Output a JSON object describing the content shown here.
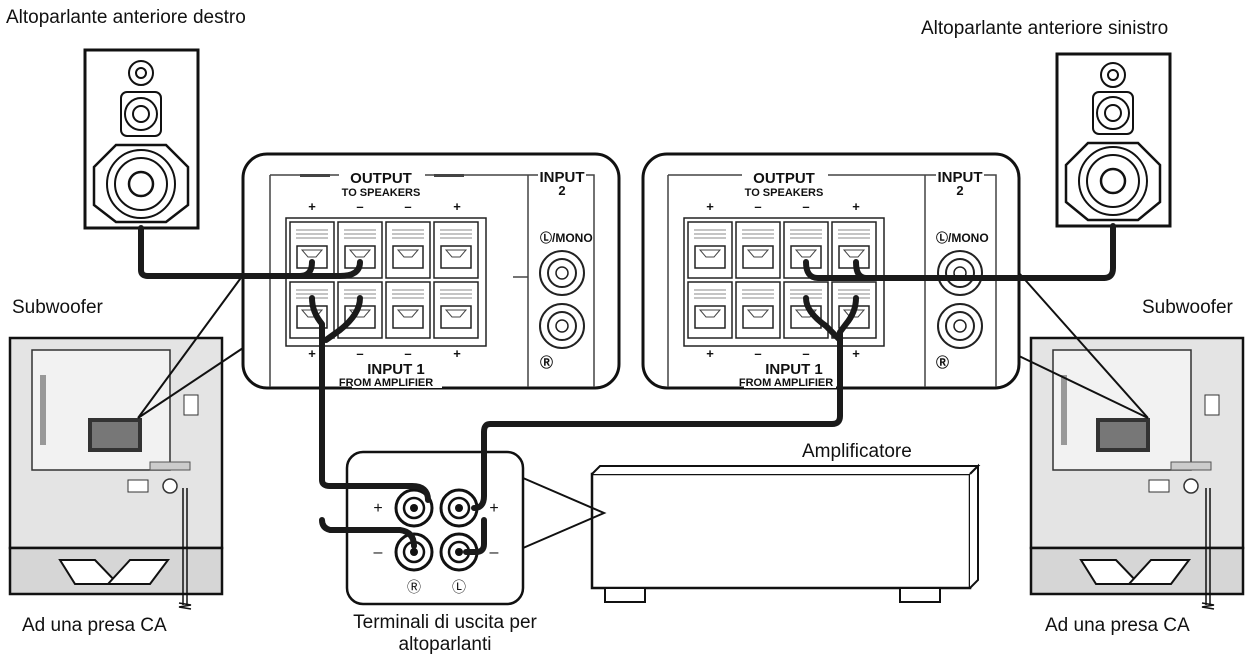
{
  "labels": {
    "front_right_speaker": "Altoparlante anteriore destro",
    "front_left_speaker": "Altoparlante anteriore sinistro",
    "subwoofer_left": "Subwoofer",
    "subwoofer_right": "Subwoofer",
    "amplifier": "Amplificatore",
    "ac_outlet_left": "Ad una presa CA",
    "ac_outlet_right": "Ad una presa CA",
    "terminals_line1": "Terminali di uscita per",
    "terminals_line2": "altoparlanti"
  },
  "panel": {
    "output": "OUTPUT",
    "to_speakers": "TO SPEAKERS",
    "input2_a": "INPUT",
    "input2_b": "2",
    "mono": "Ⓛ/MONO",
    "r": "Ⓡ",
    "input1": "INPUT 1",
    "from_amplifier": "FROM AMPLIFIER",
    "plus": "+",
    "minus": "–"
  },
  "amp_terminals": {
    "plus": "+",
    "minus": "–",
    "r": "Ⓡ",
    "l": "Ⓛ"
  },
  "colors": {
    "cable": "#1a1a1a",
    "outline": "#111111",
    "subwoofer_fill": "#e4e4e4"
  }
}
